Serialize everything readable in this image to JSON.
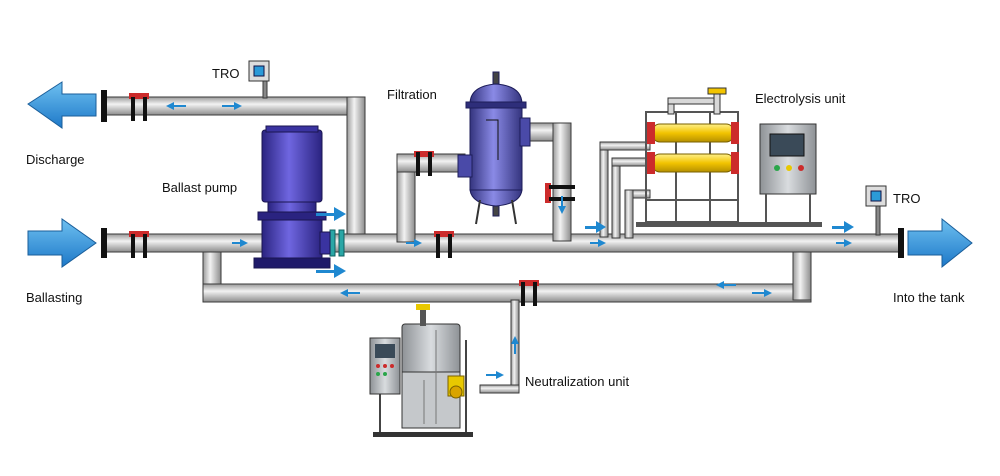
{
  "labels": {
    "discharge": "Discharge",
    "ballasting": "Ballasting",
    "into_tank": "Into the tank",
    "ballast_pump": "Ballast pump",
    "filtration": "Filtration",
    "electrolysis": "Electrolysis unit",
    "neutralization": "Neutralization unit",
    "tro_left": "TRO",
    "tro_right": "TRO"
  },
  "colors": {
    "pipe": "#c8c8c8",
    "pipe_edge": "#3a3a3a",
    "flow_arrow": "#1f88d0",
    "big_arrow": "#2b8fd6",
    "pump": "#4a3fb8",
    "filter": "#5a5ab8",
    "valve": "#cc2b2b",
    "electrode": "#f2c400",
    "cabinet": "#b5b8bc"
  },
  "icons": [
    "discharge-arrow-icon",
    "ballasting-arrow-icon",
    "into-tank-arrow-icon",
    "valve-icon",
    "tro-sensor-icon",
    "flow-arrow-icon"
  ]
}
